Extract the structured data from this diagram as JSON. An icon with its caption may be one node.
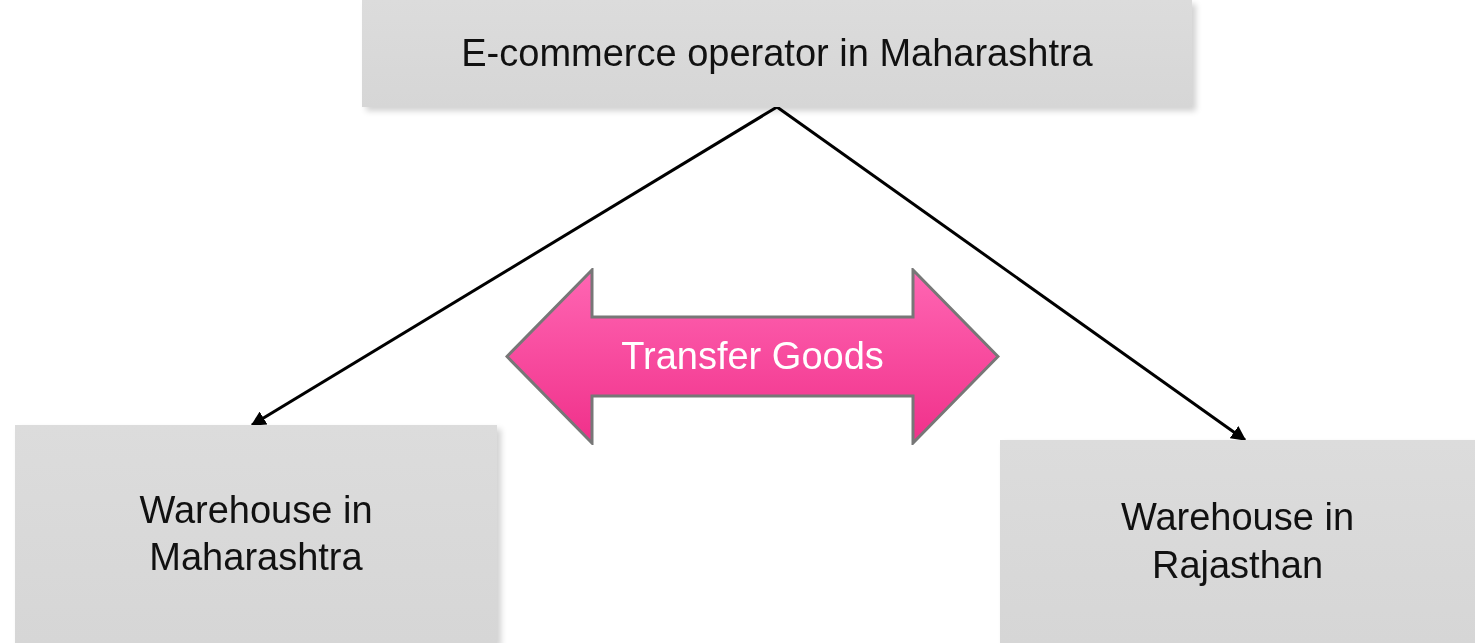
{
  "diagram": {
    "nodes": [
      {
        "text": [
          "E-commerce operator in Maharashtra"
        ]
      },
      {
        "text": [
          "Warehouse in Maharashtra"
        ]
      },
      {
        "text": [
          "Warehouse in Rajasthan"
        ]
      },
      {
        "text": [
          "Transfer Goods"
        ]
      }
    ],
    "edges": [
      {
        "from": 0,
        "to": 1,
        "arrow": "to"
      },
      {
        "from": 0,
        "to": 2,
        "arrow": "to"
      }
    ]
  }
}
